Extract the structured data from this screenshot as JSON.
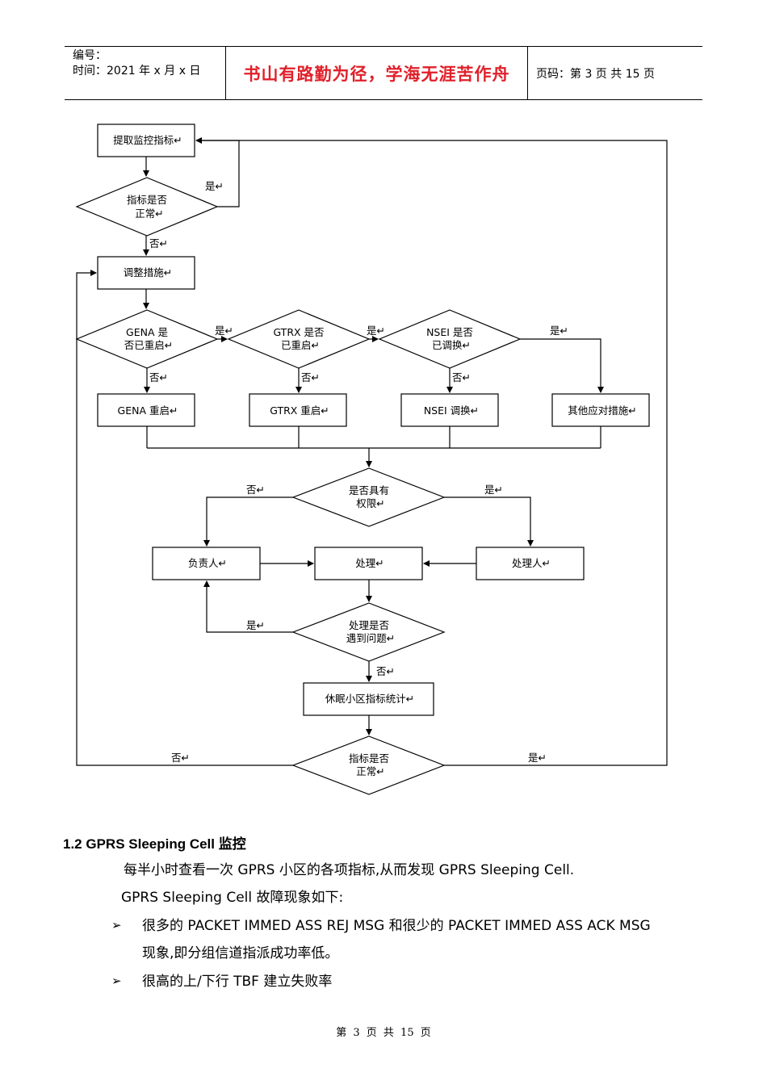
{
  "header": {
    "number_label": "编号：",
    "time_label": "时间：2021 年 x 月 x 日",
    "motto": "书山有路勤为径，学海无涯苦作舟",
    "page_info": "页码：第 3 页  共 15 页"
  },
  "flowchart": {
    "start": "提取监控指标↵",
    "check1": [
      "指标是否",
      "正常↵"
    ],
    "adjust": "调整措施↵",
    "gena_q": [
      "GENA 是",
      "否已重启↵"
    ],
    "gtrx_q": [
      "GTRX 是否",
      "已重启↵"
    ],
    "nsei_q": [
      "NSEI 是否",
      "已调换↵"
    ],
    "gena_restart": "GENA 重启↵",
    "gtrx_restart": "GTRX 重启↵",
    "nsei_swap": "NSEI 调换↵",
    "other": "其他应对措施↵",
    "perm_q": [
      "是否具有",
      "权限↵"
    ],
    "owner": "负责人↵",
    "handle": "处理↵",
    "handler": "处理人↵",
    "problem_q": [
      "处理是否",
      "遇到问题↵"
    ],
    "stats": "休眠小区指标统计↵",
    "check2": [
      "指标是否",
      "正常↵"
    ],
    "yes": "是↵",
    "no": "否↵"
  },
  "section": {
    "title": "1.2  GPRS Sleeping Cell 监控",
    "para1": "每半小时查看一次 GPRS 小区的各项指标,从而发现 GPRS Sleeping Cell.",
    "para2": "GPRS Sleeping Cell 故障现象如下:",
    "bullet1_line1": "很多的 PACKET IMMED ASS REJ MSG 和很少的 PACKET IMMED ASS ACK MSG",
    "bullet1_line2": "现象,即分组信道指派成功率低。",
    "bullet2": "很高的上/下行 TBF 建立失败率"
  },
  "footer": {
    "text": "第 3 页 共 15 页"
  }
}
